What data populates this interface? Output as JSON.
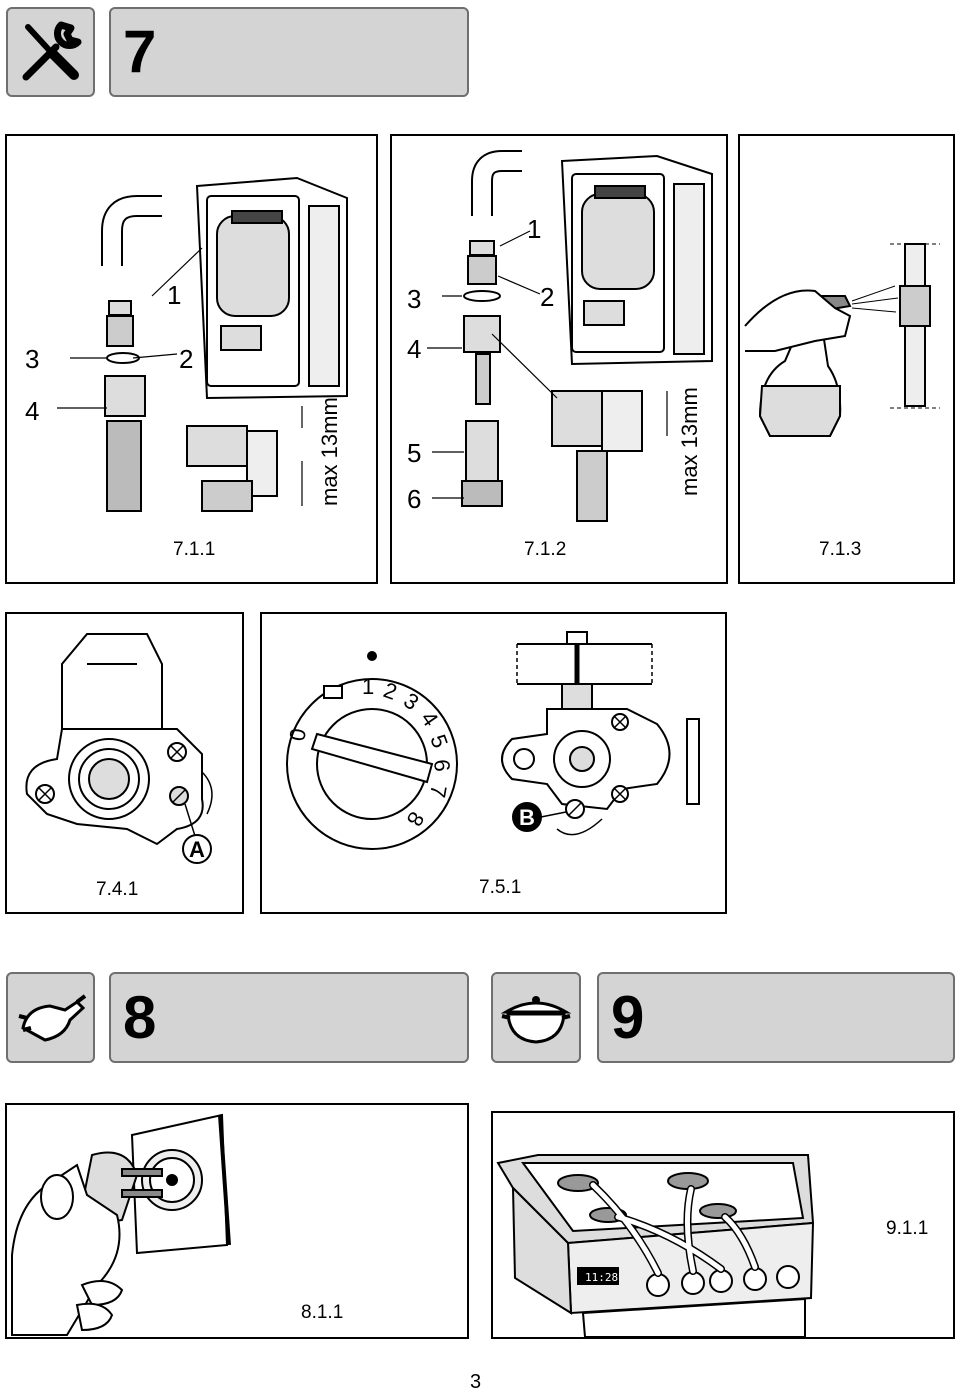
{
  "sections": {
    "s7": {
      "number": "7",
      "icon": "tools-icon"
    },
    "s8": {
      "number": "8",
      "icon": "plug-icon"
    },
    "s9": {
      "number": "9",
      "icon": "pot-icon"
    }
  },
  "figures": {
    "f711": {
      "caption": "7.1.1",
      "labels": [
        "1",
        "2",
        "3",
        "4"
      ],
      "dimension": "max 13mm"
    },
    "f712": {
      "caption": "7.1.2",
      "labels": [
        "1",
        "2",
        "3",
        "4",
        "5",
        "6"
      ],
      "dimension": "max 13mm"
    },
    "f713": {
      "caption": "7.1.3"
    },
    "f741": {
      "caption": "7.4.1",
      "marker": "A"
    },
    "f751": {
      "caption": "7.5.1",
      "marker": "B",
      "dial_labels": [
        "0",
        "1",
        "2",
        "3",
        "4",
        "5",
        "6",
        "7",
        "8"
      ]
    },
    "f811": {
      "caption": "8.1.1"
    },
    "f911": {
      "caption": "9.1.1",
      "display_time": "11:28"
    }
  },
  "page_number": "3"
}
